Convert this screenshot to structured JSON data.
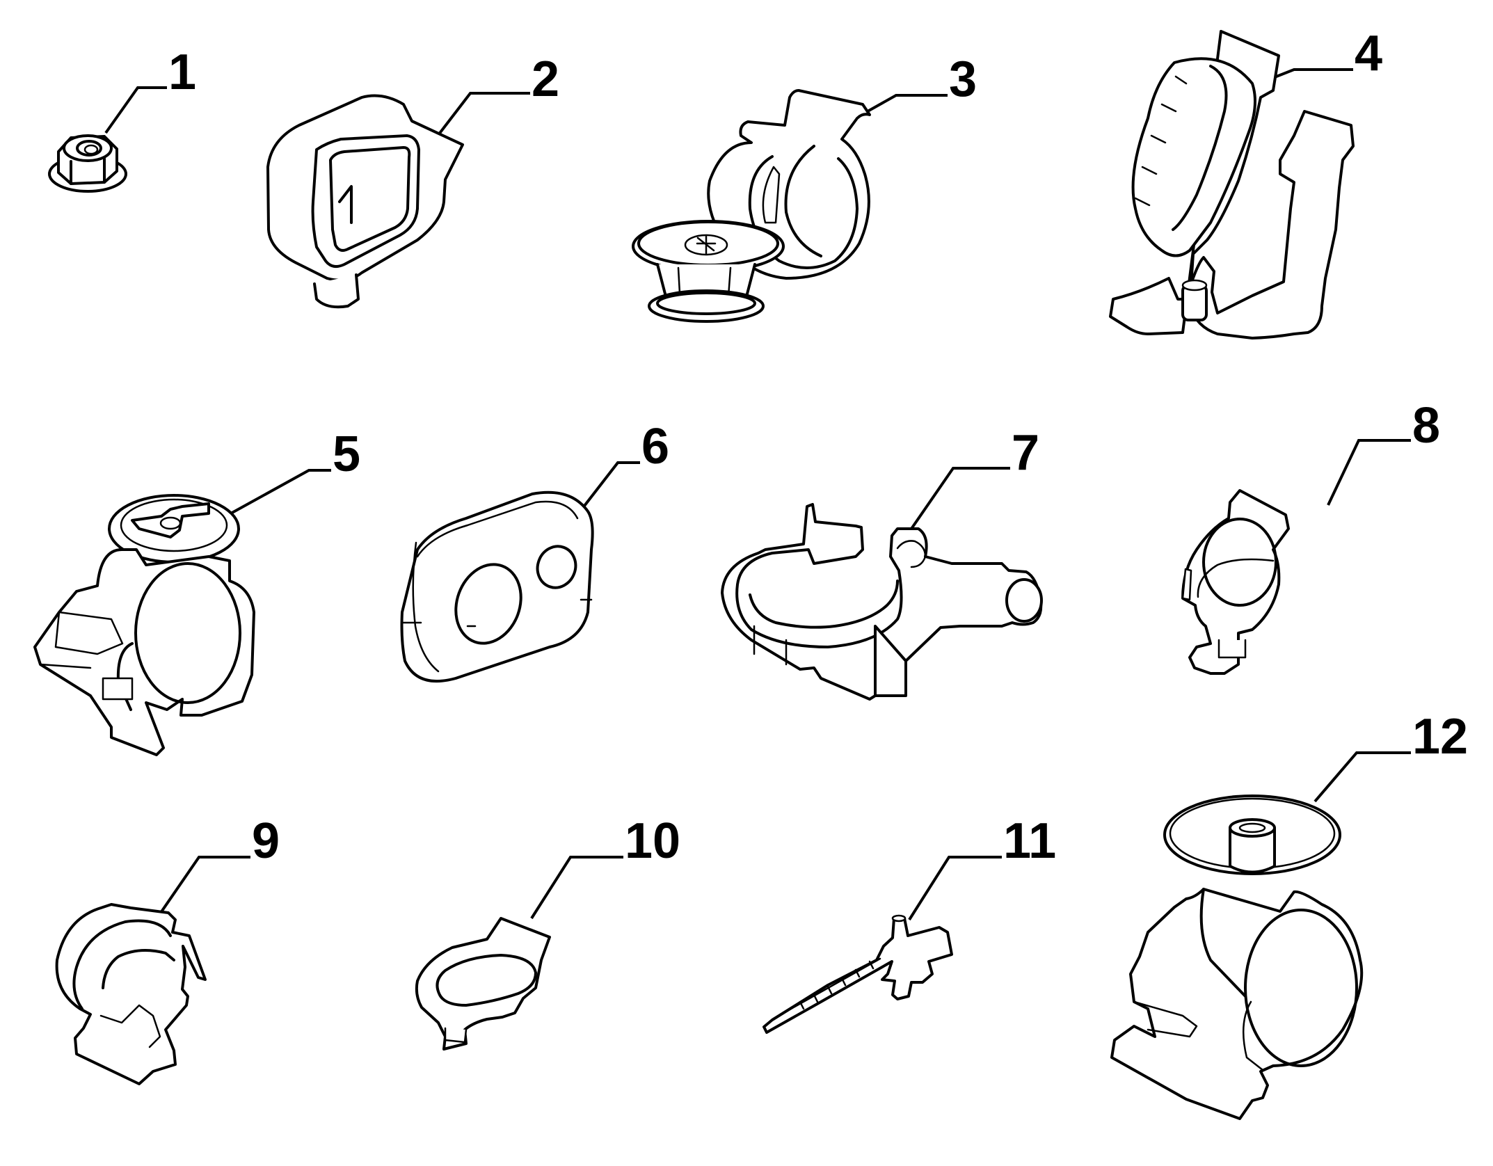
{
  "diagram": {
    "title": "",
    "parts": [
      {
        "id": 1,
        "label": "1",
        "icon": "flange-nut-icon"
      },
      {
        "id": 2,
        "label": "2",
        "icon": "rectangular-grommet-icon"
      },
      {
        "id": 3,
        "label": "3",
        "icon": "hose-clip-with-push-rivet-icon"
      },
      {
        "id": 4,
        "label": "4",
        "icon": "double-pipe-clamp-icon"
      },
      {
        "id": 5,
        "label": "5",
        "icon": "pipe-clamp-with-twist-lock-icon"
      },
      {
        "id": 6,
        "label": "6",
        "icon": "double-hole-grommet-icon"
      },
      {
        "id": 7,
        "label": "7",
        "icon": "clamp-bracket-with-stud-icon"
      },
      {
        "id": 8,
        "label": "8",
        "icon": "small-pipe-clip-icon"
      },
      {
        "id": 9,
        "label": "9",
        "icon": "spring-clip-icon"
      },
      {
        "id": 10,
        "label": "10",
        "icon": "oval-hose-clip-icon"
      },
      {
        "id": 11,
        "label": "11",
        "icon": "cable-tie-with-anchor-icon"
      },
      {
        "id": 12,
        "label": "12",
        "icon": "pipe-clamp-with-umbrella-seal-icon"
      }
    ]
  }
}
